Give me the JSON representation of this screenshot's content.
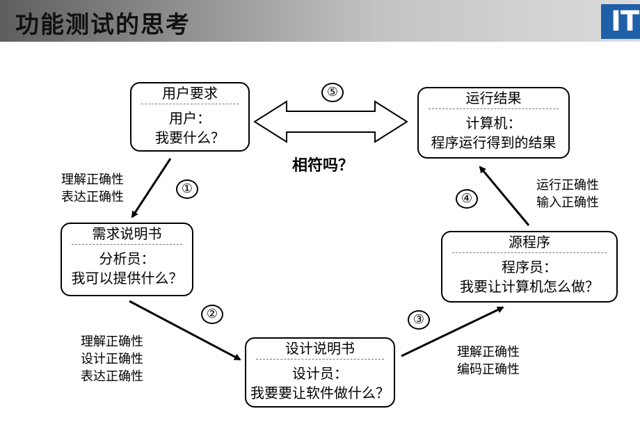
{
  "slide": {
    "title": "功能测试的思考",
    "logo": "IT",
    "center_question": "相符吗？"
  },
  "nodes": {
    "user_req": {
      "head": "用户要求",
      "lines": [
        "用户：",
        "我要什么？"
      ]
    },
    "req_spec": {
      "head": "需求说明书",
      "lines": [
        "分析员：",
        "我可以提供什么？"
      ]
    },
    "design_spec": {
      "head": "设计说明书",
      "lines": [
        "设计员：",
        "我要要让软件做什么？"
      ]
    },
    "source": {
      "head": "源程序",
      "lines": [
        "程序员：",
        "我要让计算机怎么做？"
      ]
    },
    "result": {
      "head": "运行结果",
      "lines": [
        "计算机：",
        "程序运行得到的结果"
      ]
    }
  },
  "edge_labels": {
    "e1": [
      "理解正确性",
      "表达正确性"
    ],
    "e2": [
      "理解正确性",
      "设计正确性",
      "表达正确性"
    ],
    "e3": [
      "理解正确性",
      "编码正确性"
    ],
    "e4": [
      "运行正确性",
      "输入正确性"
    ]
  },
  "step_numbers": [
    "①",
    "②",
    "③",
    "④",
    "⑤"
  ],
  "colors": {
    "logo_bg": "#1f5fa8",
    "title_bar_dark": "#5e5e5e",
    "title_bar_light": "#dcdcdc"
  }
}
